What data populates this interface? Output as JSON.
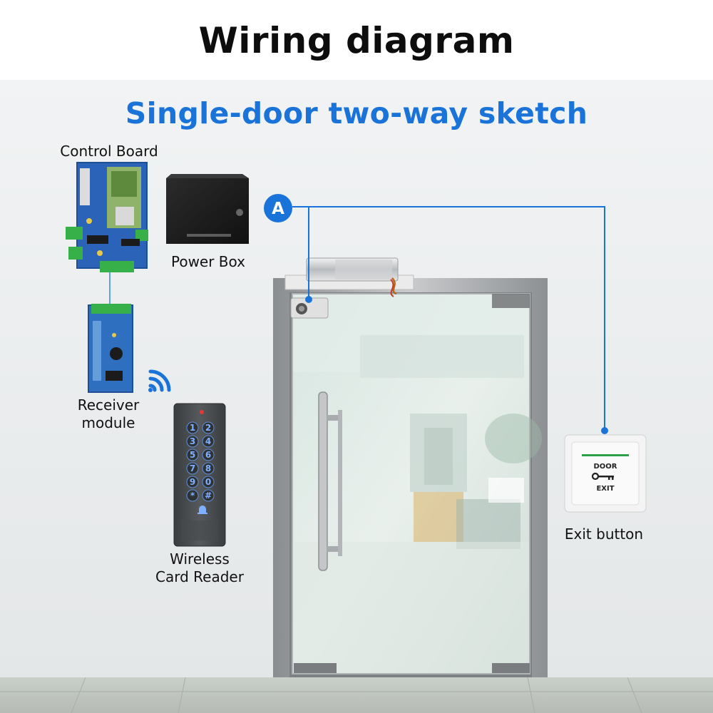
{
  "header": {
    "title": "Wiring diagram",
    "subtitle": "Single-door two-way sketch"
  },
  "components": {
    "control_board": "Control Board",
    "power_box": "Power Box",
    "receiver_module_line1": "Receiver",
    "receiver_module_line2": "module",
    "card_reader_line1": "Wireless",
    "card_reader_line2": "Card Reader",
    "exit_button": "Exit button"
  },
  "marker": {
    "label": "A"
  },
  "exit_plate": {
    "line1": "DOOR",
    "line2": "EXIT"
  },
  "keypad_keys": [
    "1",
    "2",
    "3",
    "4",
    "5",
    "6",
    "7",
    "8",
    "9",
    "0",
    "*",
    "#"
  ],
  "colors": {
    "accent": "#1a73d8",
    "wire": "#1a73d8"
  }
}
